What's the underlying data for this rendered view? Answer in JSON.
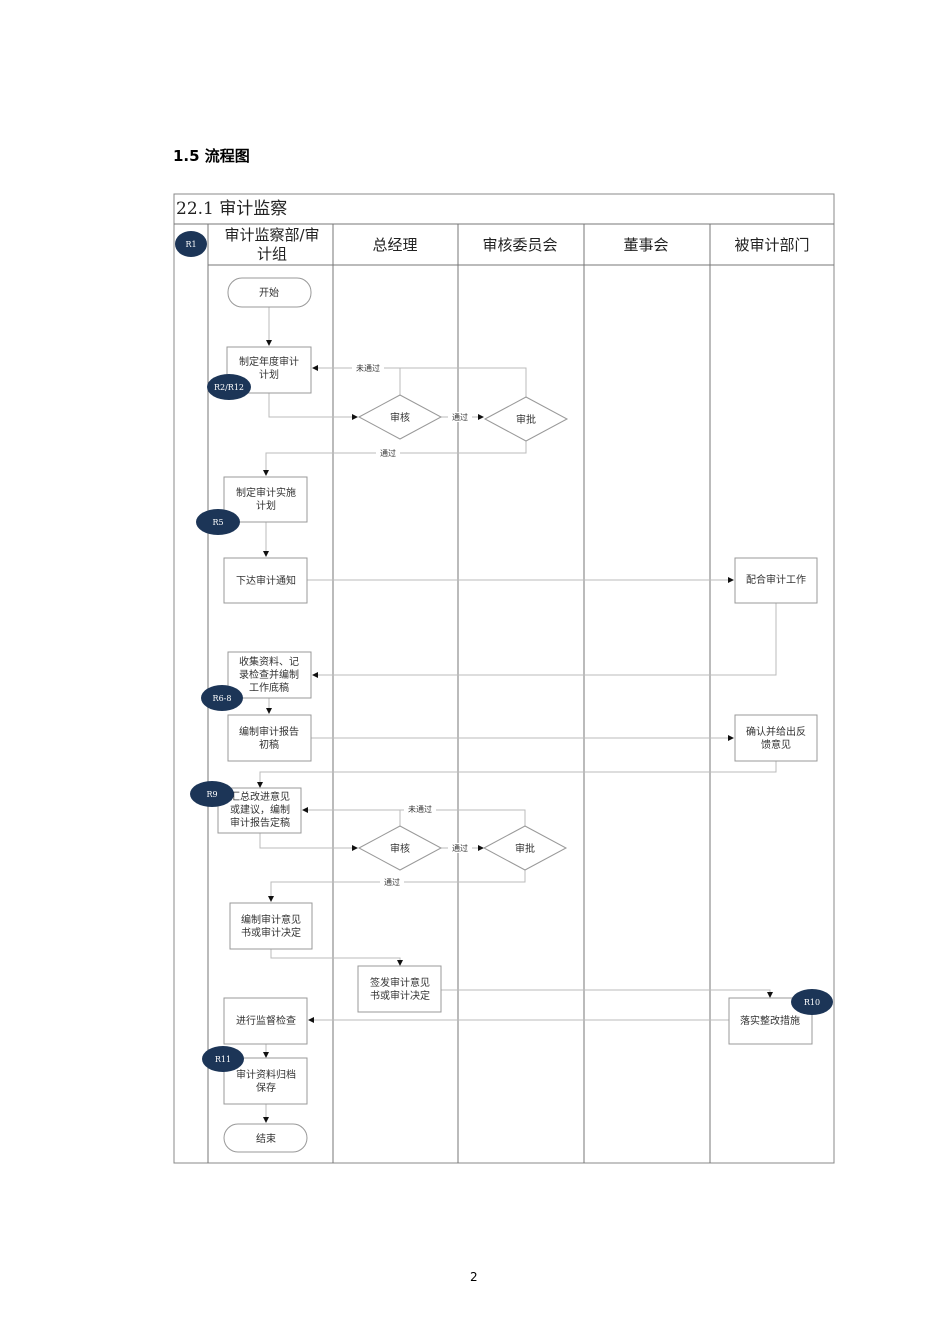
{
  "section_heading": "1.5   流程图",
  "page_number": "2",
  "diagram": {
    "title": "22.1 审计监察",
    "lanes": [
      "审计监察部/审",
      "计组",
      "总经理",
      "审核委员会",
      "董事会",
      "被审计部门"
    ],
    "nodes": {
      "start": "开始",
      "annual_plan": [
        "制定年度审计",
        "计划"
      ],
      "review1": "审核",
      "approve1": "审批",
      "impl_plan": [
        "制定审计实施",
        "计划"
      ],
      "notice": "下达审计通知",
      "cooperate": "配合审计工作",
      "collect": [
        "收集资料、记",
        "录检查并编制",
        "工作底稿"
      ],
      "draft": [
        "编制审计报告",
        "初稿"
      ],
      "feedback": [
        "确认并给出反",
        "馈意见"
      ],
      "finalize": [
        "汇总改进意见",
        "或建议，编制",
        "审计报告定稿"
      ],
      "review2": "审核",
      "approve2": "审批",
      "opinion": [
        "编制审计意见",
        "书或审计决定"
      ],
      "issue": [
        "签发审计意见",
        "书或审计决定"
      ],
      "rectify": "落实整改措施",
      "supervise": "进行监督检查",
      "archive": [
        "审计资料归档",
        "保存"
      ],
      "end": "结束"
    },
    "edge_labels": {
      "not_passed": "未通过",
      "passed": "通过"
    },
    "risk_badges": [
      "R1",
      "R2/R12",
      "R5",
      "R6-8",
      "R9",
      "R10",
      "R11"
    ],
    "badge_color": "#1c3557"
  }
}
